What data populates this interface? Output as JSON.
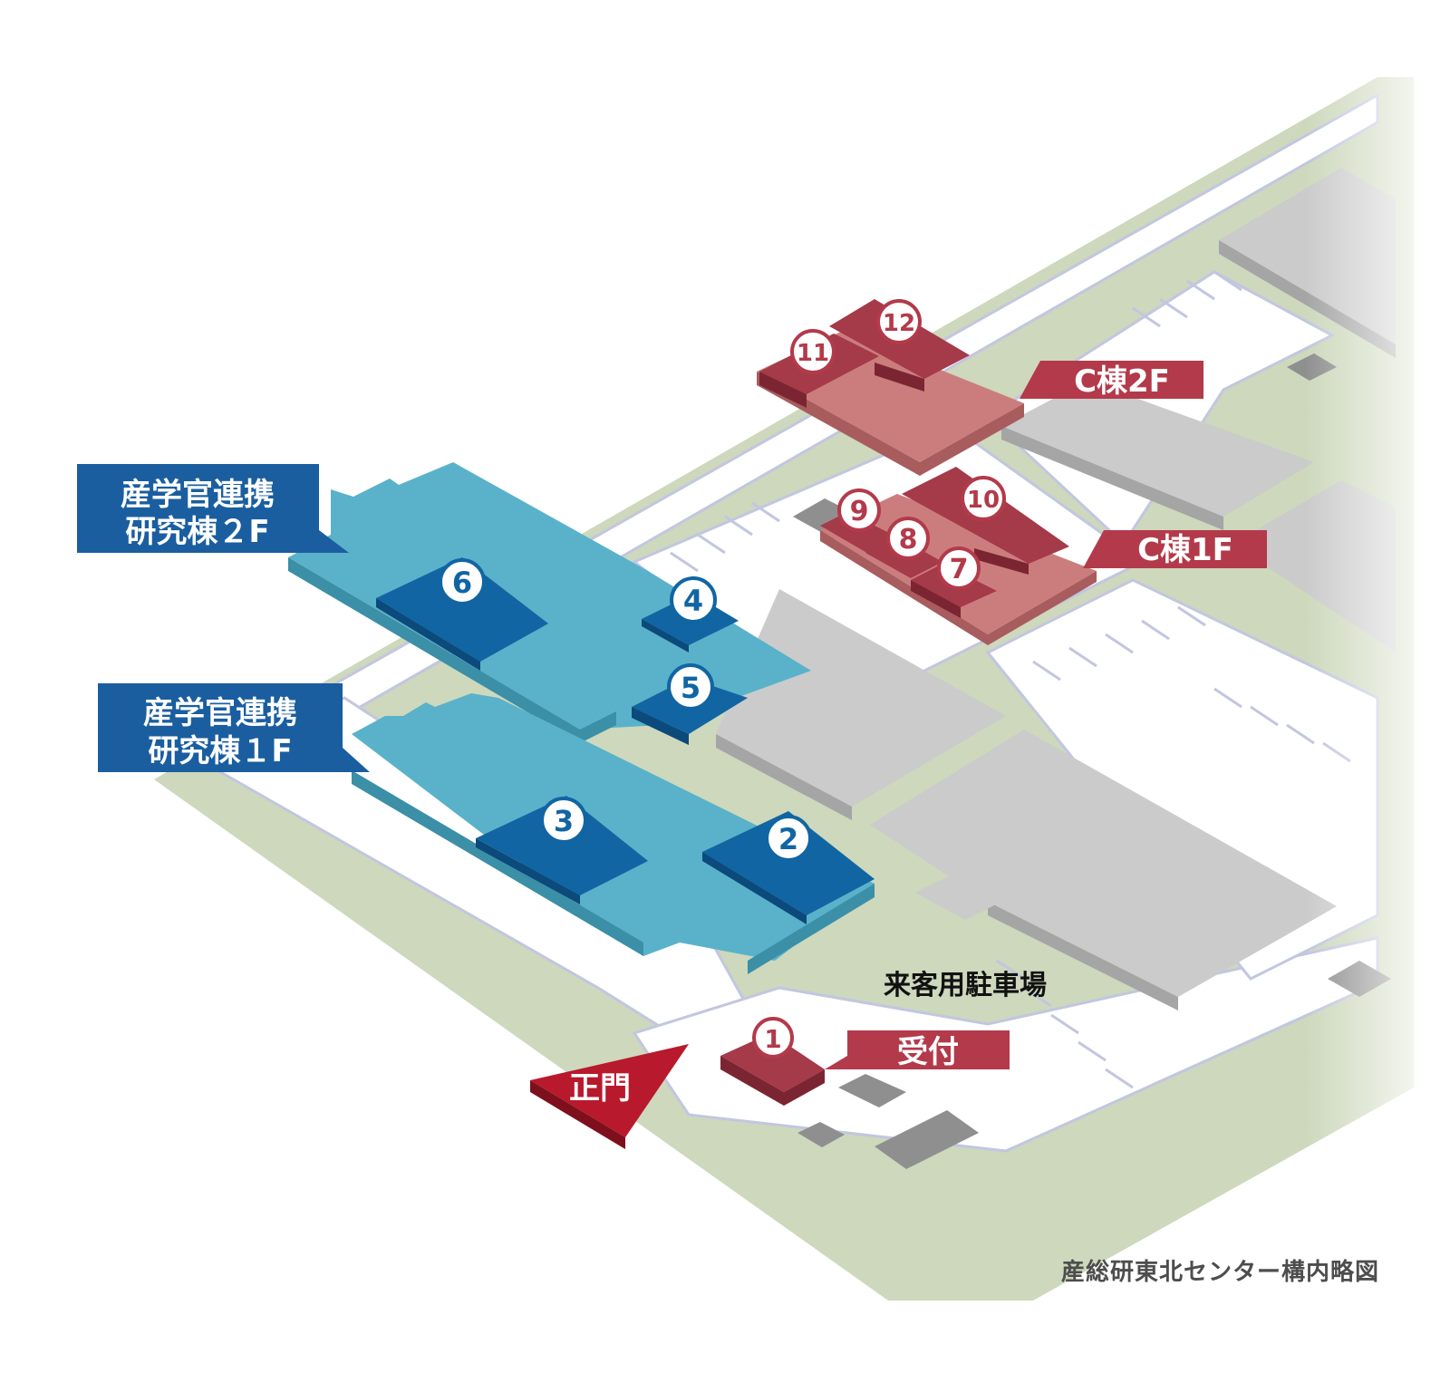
{
  "labels": {
    "building_2f": [
      "産学官連携",
      "研究棟２F"
    ],
    "building_1f": [
      "産学官連携",
      "研究棟１F"
    ],
    "c_2f": "C棟2F",
    "c_1f": "C棟1F",
    "reception": "受付",
    "main_gate": "正門",
    "parking": "来客用駐車場",
    "caption": "産総研東北センター構内略図"
  },
  "markers": [
    "1",
    "2",
    "3",
    "4",
    "5",
    "6",
    "7",
    "8",
    "9",
    "10",
    "11",
    "12"
  ],
  "colors": {
    "ground": "#cdd8bc",
    "road": "#ffffff",
    "road_edge": "#c2c6e0",
    "gray_top": "#cbcbcb",
    "gray_side": "#a5a5a5",
    "cyan_top": "#59b2ca",
    "cyan_side": "#3b8fa7",
    "blue_top": "#1165a3",
    "blue_side": "#0b4a7a",
    "red_top": "#a53a49",
    "red_side": "#7c2532",
    "pink_top": "#cb7d7d",
    "pink_side": "#a85c5e",
    "label_blue": "#1a5ea0",
    "label_red": "#b33a4a",
    "gate_red": "#b8192c"
  }
}
